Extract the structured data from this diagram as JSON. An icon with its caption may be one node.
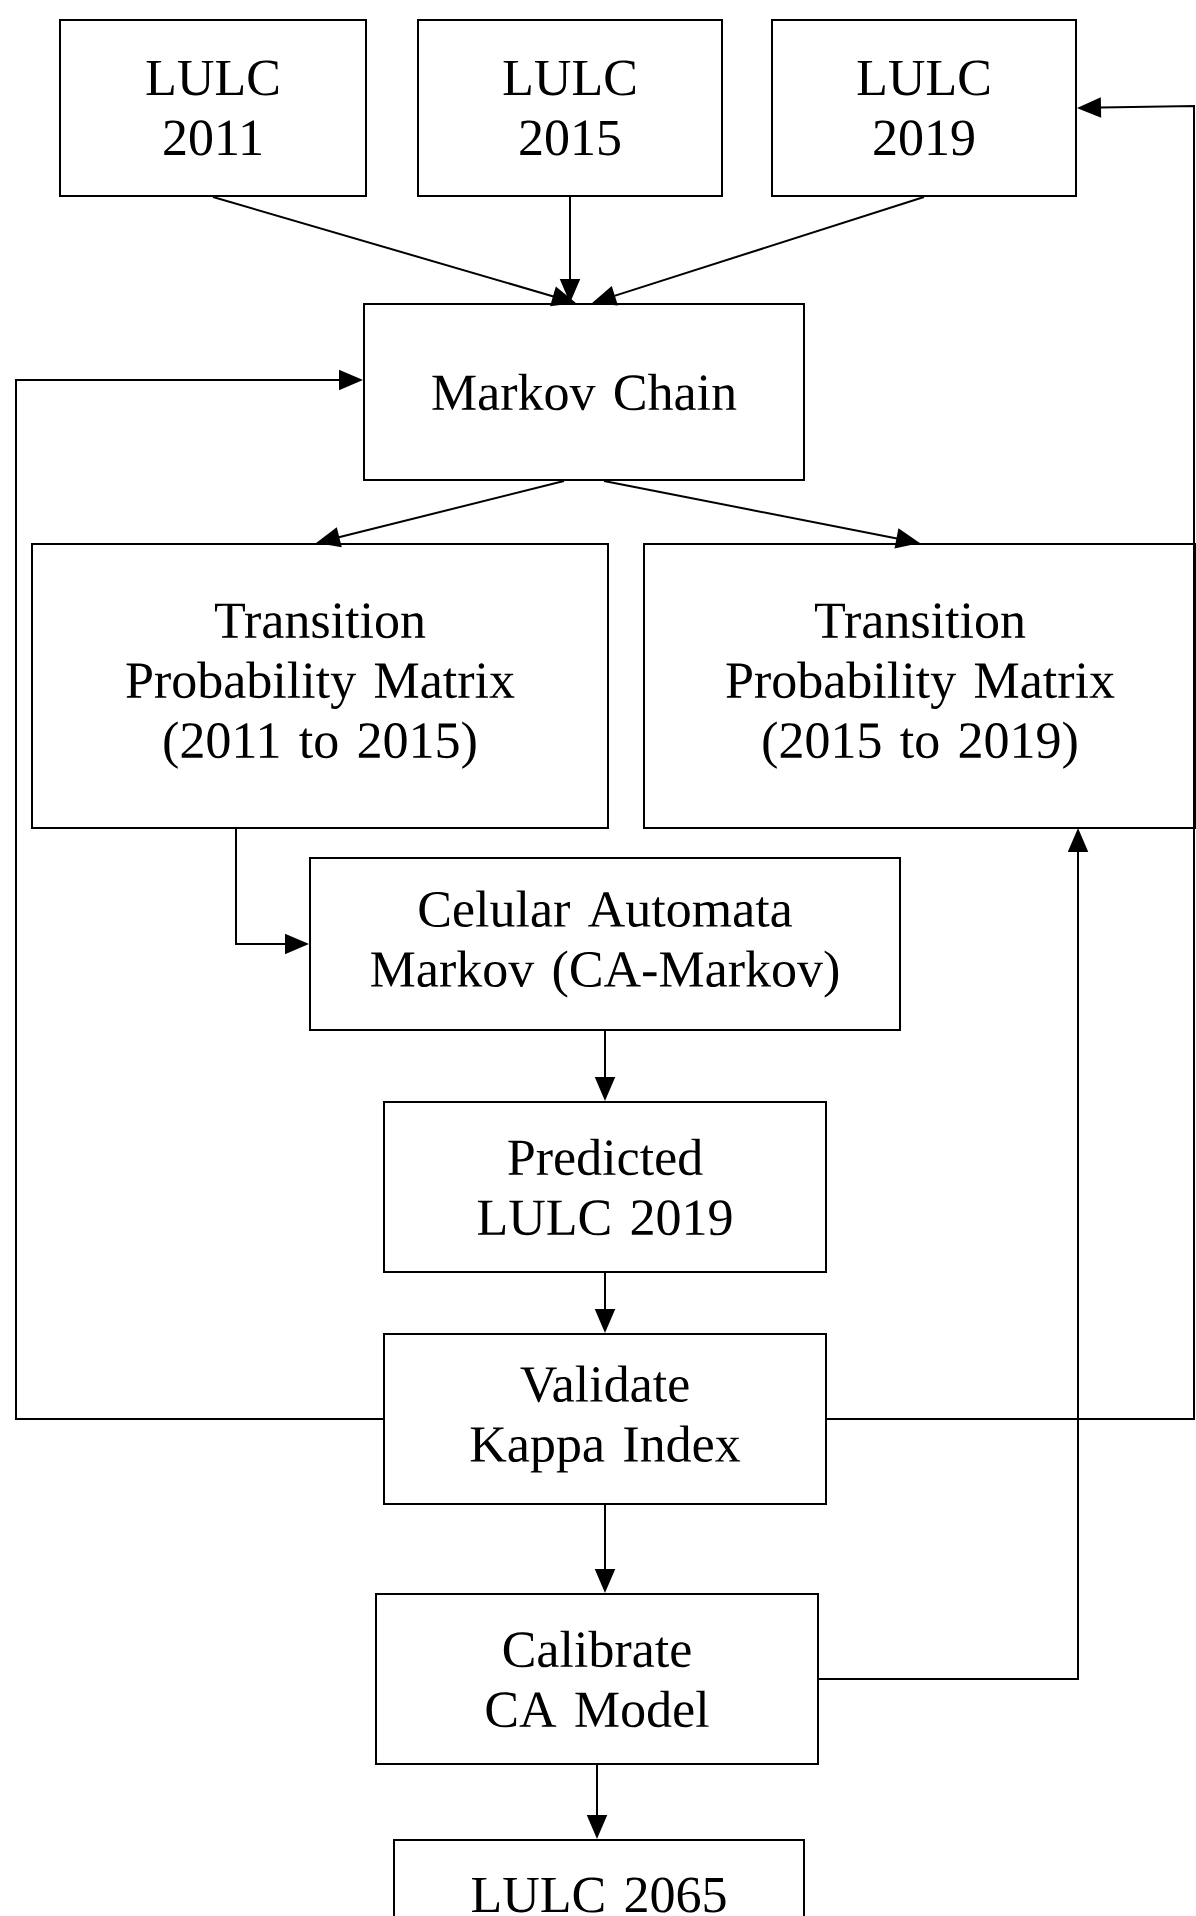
{
  "diagram": {
    "nodes": [
      {
        "text": [
          "LULC 2011"
        ]
      },
      {
        "text": [
          "LULC 2015"
        ]
      },
      {
        "text": [
          "LULC 2019"
        ]
      },
      {
        "text": [
          "Markov Chain"
        ]
      },
      {
        "text": [
          "Transition Probability Matrix (2011 to 2015)"
        ]
      },
      {
        "text": [
          "Transition Probability Matrix (2015 to 2019)"
        ]
      },
      {
        "text": [
          "Celular Automata Markov (CA-Markov)"
        ]
      },
      {
        "text": [
          "Predicted LULC 2019"
        ]
      },
      {
        "text": [
          "Validate Kappa Index"
        ]
      },
      {
        "text": [
          "Calibrate CA Model"
        ]
      },
      {
        "text": [
          "LULC 2065"
        ]
      }
    ],
    "edges": [
      {
        "from": 0,
        "to": 3,
        "arrow": "to"
      },
      {
        "from": 1,
        "to": 3,
        "arrow": "to"
      },
      {
        "from": 2,
        "to": 3,
        "arrow": "to"
      },
      {
        "from": 3,
        "to": 4,
        "arrow": "to"
      },
      {
        "from": 3,
        "to": 5,
        "arrow": "to"
      },
      {
        "from": 4,
        "to": 6,
        "arrow": "to"
      },
      {
        "from": 6,
        "to": 7,
        "arrow": "to"
      },
      {
        "from": 7,
        "to": 8,
        "arrow": "to"
      },
      {
        "from": 8,
        "to": 3,
        "arrow": "to"
      },
      {
        "from": 8,
        "to": 2,
        "arrow": "to"
      },
      {
        "from": 8,
        "to": 9,
        "arrow": "to"
      },
      {
        "from": 9,
        "to": 5,
        "arrow": "to"
      },
      {
        "from": 9,
        "to": 10,
        "arrow": "to"
      }
    ]
  }
}
